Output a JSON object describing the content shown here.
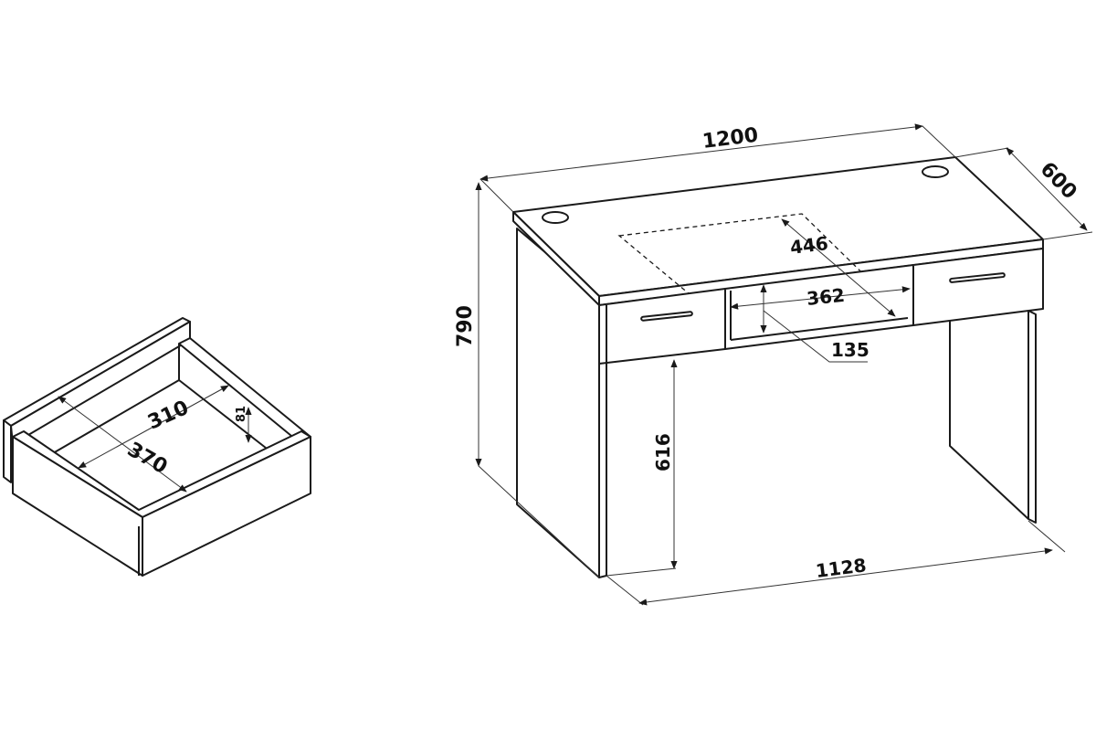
{
  "dimensions": {
    "width": "1200",
    "depth": "600",
    "height": "790",
    "leg_clearance": "616",
    "leg_span": "1128",
    "drawer_window": "446",
    "shelf_width": "362",
    "shelf_height": "135",
    "drawer_width": "310",
    "drawer_depth": "370",
    "drawer_height": "81"
  }
}
